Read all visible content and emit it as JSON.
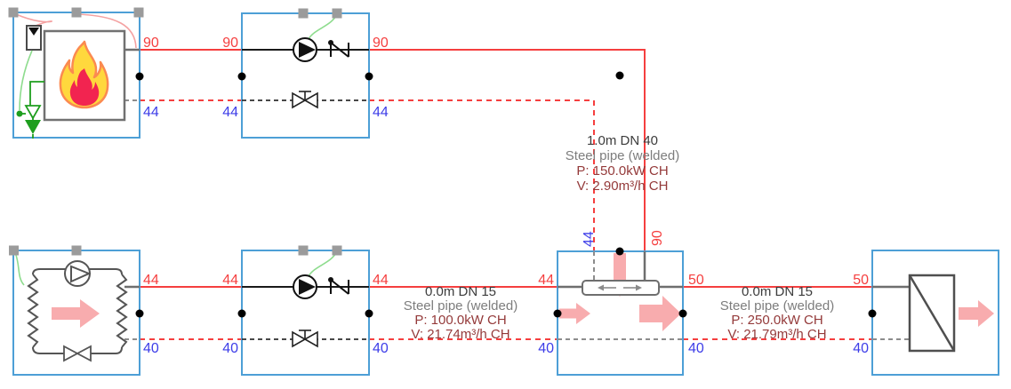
{
  "canvas": {
    "background": "#ffffff"
  },
  "colors": {
    "supply_line": "#F53F3F",
    "return_line": "#F53F3F",
    "supply_label": "#F53F3F",
    "return_label": "#3D3DE8",
    "selection_box": "#4D9FD6",
    "drag_handle": "#9B9B9B",
    "component_line": "#1A1A1A",
    "component_gray": "#666666",
    "connection_node": "#000000",
    "flow_arrow_pink": "#F8ACAE",
    "annotation_title": "#3C3C3C",
    "annotation_pipe": "#7D7D7D",
    "annotation_power": "#943A3A",
    "safety_valve_green": "#1E9E1E",
    "signal_wire_green": "#8EDC8E",
    "signal_wire_pink": "#F4A2A2",
    "flame_yellow": "#FFD83D",
    "flame_red": "#F22450"
  },
  "icons": [
    "flame-icon",
    "expansion-vessel-icon",
    "safety-valve-icon",
    "pump-icon",
    "check-valve-icon",
    "balancing-valve-icon",
    "circulation-pump-icon",
    "valve-icon",
    "flow-arrow-icon",
    "distributor-icon",
    "heat-exchanger-icon",
    "connection-node",
    "drag-handle"
  ],
  "temp_labels": [
    {
      "id": "boiler-supply-out",
      "value": "90"
    },
    {
      "id": "pump1-supply-in",
      "value": "90"
    },
    {
      "id": "pump1-supply-out",
      "value": "90"
    },
    {
      "id": "boiler-return-in",
      "value": "44"
    },
    {
      "id": "pump1-return-in",
      "value": "44"
    },
    {
      "id": "pump1-return-out",
      "value": "44"
    },
    {
      "id": "mixer-top-return",
      "value": "44"
    },
    {
      "id": "mixer-top-supply",
      "value": "90"
    },
    {
      "id": "consumer-supply-out",
      "value": "44"
    },
    {
      "id": "pump2-supply-in",
      "value": "44"
    },
    {
      "id": "pump2-supply-out",
      "value": "44"
    },
    {
      "id": "mixer-supply-in",
      "value": "44"
    },
    {
      "id": "mixer-supply-out",
      "value": "50"
    },
    {
      "id": "hx-supply-in",
      "value": "50"
    },
    {
      "id": "consumer-return-in",
      "value": "40"
    },
    {
      "id": "pump2-return-left",
      "value": "40"
    },
    {
      "id": "pump2-return-right",
      "value": "40"
    },
    {
      "id": "mixer-return-left",
      "value": "40"
    },
    {
      "id": "mixer-return-right",
      "value": "40"
    },
    {
      "id": "hx-return-in",
      "value": "40"
    }
  ],
  "pipe_annotations": [
    {
      "id": "riser-pipe",
      "length_dn": "1.0m DN 40",
      "pipe_type": "Steel pipe (welded)",
      "power": "P: 150.0kW CH",
      "flow": "V: 2.90m³/h CH"
    },
    {
      "id": "pump2-to-mixer-pipe",
      "length_dn": "0.0m DN 15",
      "pipe_type": "Steel pipe (welded)",
      "power": "P: 100.0kW CH",
      "flow": "V: 21.74m³/h CH"
    },
    {
      "id": "mixer-to-hx-pipe",
      "length_dn": "0.0m DN 15",
      "pipe_type": "Steel pipe (welded)",
      "power": "P: 250.0kW CH",
      "flow": "V: 21.79m³/h CH"
    }
  ]
}
